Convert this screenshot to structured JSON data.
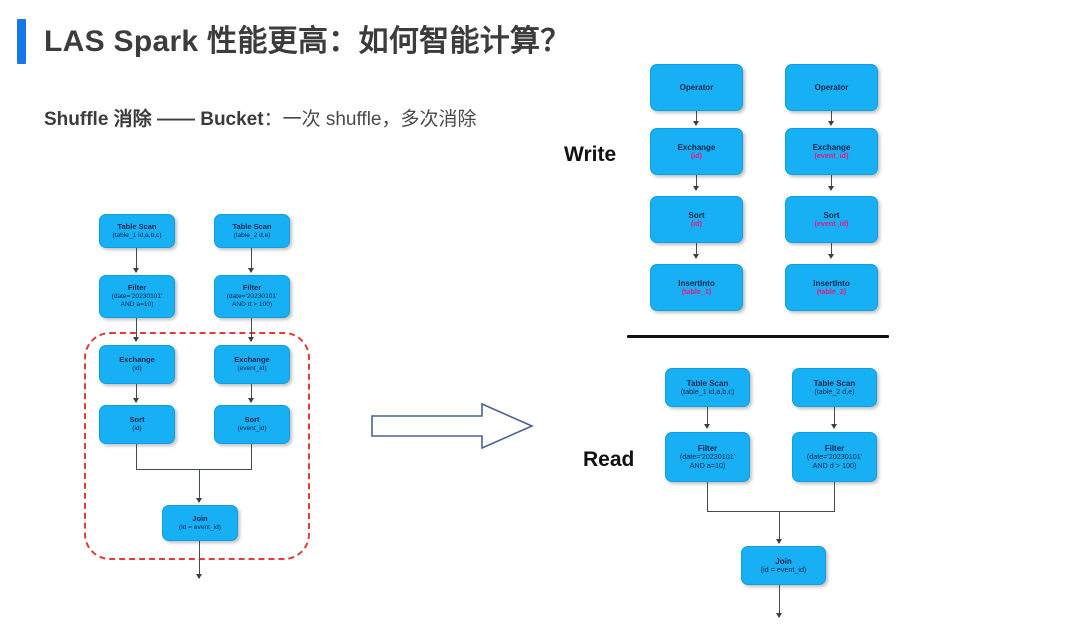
{
  "slide": {
    "title": "LAS Spark 性能更高：如何智能计算？",
    "subhead_bold": "Shuffle 消除 —— Bucket",
    "subhead_rest": "：一次 shuffle，多次消除",
    "accent_color": "#1677e8",
    "node_fill": "#17b0f4",
    "node_text_color": "#10264d",
    "highlight_color": "#e8177f",
    "dashed_region_color": "#e23b3b",
    "arrow_stroke_color": "#4a6491"
  },
  "left_plan": {
    "name": "original-plan",
    "nodes": [
      {
        "id": "ls-tablescan-1",
        "t1": "Table Scan",
        "t2": "(table_1 id,a,b,c)",
        "t3": ""
      },
      {
        "id": "ls-tablescan-2",
        "t1": "Table Scan",
        "t2": "(table_2 d,e)",
        "t3": ""
      },
      {
        "id": "ls-filter-1",
        "t1": "Filter",
        "t2": "(date='20230101'",
        "t3": "AND a=10)"
      },
      {
        "id": "ls-filter-2",
        "t1": "Filter",
        "t2": "(date='20230101'",
        "t3": "AND d > 100)"
      },
      {
        "id": "ls-exchange-1",
        "t1": "Exchange",
        "t2": "(id)",
        "t3": ""
      },
      {
        "id": "ls-exchange-2",
        "t1": "Exchange",
        "t2": "(event_id)",
        "t3": ""
      },
      {
        "id": "ls-sort-1",
        "t1": "Sort",
        "t2": "(id)",
        "t3": ""
      },
      {
        "id": "ls-sort-2",
        "t1": "Sort",
        "t2": "(event_id)",
        "t3": ""
      },
      {
        "id": "ls-join",
        "t1": "Join",
        "t2": "(id = event_id)",
        "t3": ""
      }
    ]
  },
  "write_plan": {
    "label": "Write",
    "nodes": [
      {
        "id": "w-operator-1",
        "t1": "Operator",
        "t2": "",
        "t3": ""
      },
      {
        "id": "w-operator-2",
        "t1": "Operator",
        "t2": "",
        "t3": ""
      },
      {
        "id": "w-exchange-1",
        "t1": "Exchange",
        "t2": "(id)",
        "t3": ""
      },
      {
        "id": "w-exchange-2",
        "t1": "Exchange",
        "t2": "(event_id)",
        "t3": ""
      },
      {
        "id": "w-sort-1",
        "t1": "Sort",
        "t2": "(id)",
        "t3": ""
      },
      {
        "id": "w-sort-2",
        "t1": "Sort",
        "t2": "(event_id)",
        "t3": ""
      },
      {
        "id": "w-insertinto-1",
        "t1": "InsertInto",
        "t2": "(table_1)",
        "t3": ""
      },
      {
        "id": "w-insertinto-2",
        "t1": "InsertInto",
        "t2": "(table_2)",
        "t3": ""
      }
    ]
  },
  "read_plan": {
    "label": "Read",
    "nodes": [
      {
        "id": "r-tablescan-1",
        "t1": "Table Scan",
        "t2": "(table_1 id,a,b,c)",
        "t3": ""
      },
      {
        "id": "r-tablescan-2",
        "t1": "Table Scan",
        "t2": "(table_2 d,e)",
        "t3": ""
      },
      {
        "id": "r-filter-1",
        "t1": "Filter",
        "t2": "(date='20230101'",
        "t3": "AND a=10)"
      },
      {
        "id": "r-filter-2",
        "t1": "Filter",
        "t2": "(date='20230101'",
        "t3": "AND d > 100)"
      },
      {
        "id": "r-join",
        "t1": "Join",
        "t2": "(id = event_id)",
        "t3": ""
      }
    ]
  }
}
